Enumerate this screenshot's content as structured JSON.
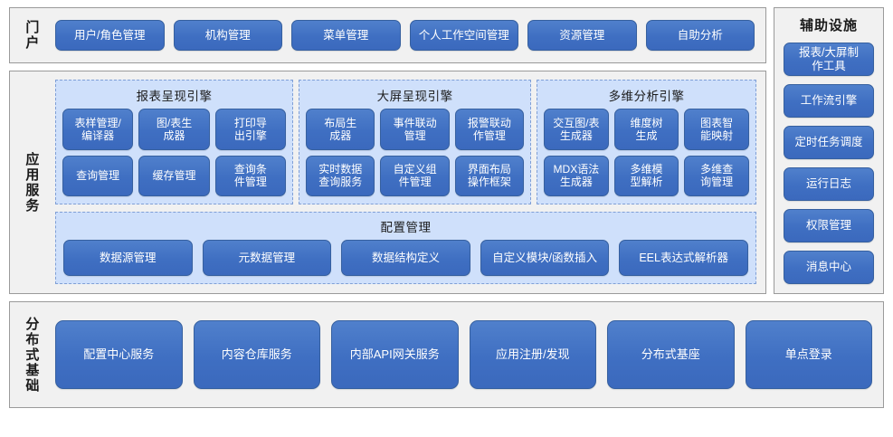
{
  "bands": {
    "portal": {
      "label": "门户",
      "items": [
        "用户/角色管理",
        "机构管理",
        "菜单管理",
        "个人工作空间管理",
        "资源管理",
        "自助分析"
      ]
    },
    "app_services": {
      "label": "应用服务",
      "engines": [
        {
          "title": "报表呈现引擎",
          "items": [
            "表样管理/\n编译器",
            "图/表生\n成器",
            "打印导\n出引擎",
            "查询管理",
            "缓存管理",
            "查询条\n件管理"
          ]
        },
        {
          "title": "大屏呈现引擎",
          "items": [
            "布局生\n成器",
            "事件联动\n管理",
            "报警联动\n作管理",
            "实时数据\n查询服务",
            "自定义组\n件管理",
            "界面布局\n操作框架"
          ]
        },
        {
          "title": "多维分析引擎",
          "items": [
            "交互图/表\n生成器",
            "维度树\n生成",
            "图表智\n能映射",
            "MDX语法\n生成器",
            "多维模\n型解析",
            "多维查\n询管理"
          ]
        }
      ],
      "config": {
        "title": "配置管理",
        "items": [
          "数据源管理",
          "元数据管理",
          "数据结构定义",
          "自定义模块/函数插入",
          "EEL表达式解析器"
        ]
      }
    },
    "aux": {
      "label": "辅助设施",
      "items": [
        "报表/大屏制\n作工具",
        "工作流引擎",
        "定时任务调度",
        "运行日志",
        "权限管理",
        "消息中心"
      ]
    },
    "dist_base": {
      "label": "分布式基础",
      "items": [
        "配置中心服务",
        "内容仓库服务",
        "内部API网关服务",
        "应用注册/发现",
        "分布式基座",
        "单点登录"
      ]
    }
  },
  "colors": {
    "button_blue": "#3f6fc2",
    "panel_gray": "#f1f1f1",
    "panel_border": "#9a9a9a",
    "inner_blue_fill": "#cfe0fb",
    "inner_blue_border": "#7f9fd6",
    "text_dark": "#1a1a1a",
    "button_text": "#ffffff"
  }
}
